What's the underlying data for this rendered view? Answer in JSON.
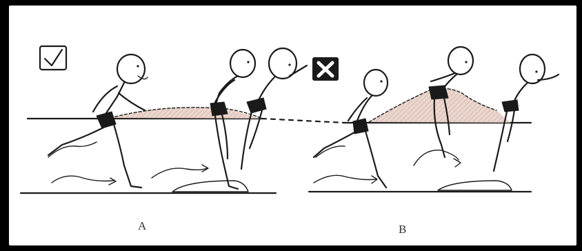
{
  "panels": [
    {
      "id": "A",
      "label": "A",
      "marker": "correct-check",
      "marker_color": "#1a1a1a"
    },
    {
      "id": "B",
      "label": "B",
      "marker": "incorrect-cross",
      "marker_color": "#1a1a1a"
    }
  ],
  "colors": {
    "frame": "#000000",
    "background": "#ffffff",
    "ink": "#1a1a1a",
    "trajectory_shade": "#e7cfc6"
  }
}
